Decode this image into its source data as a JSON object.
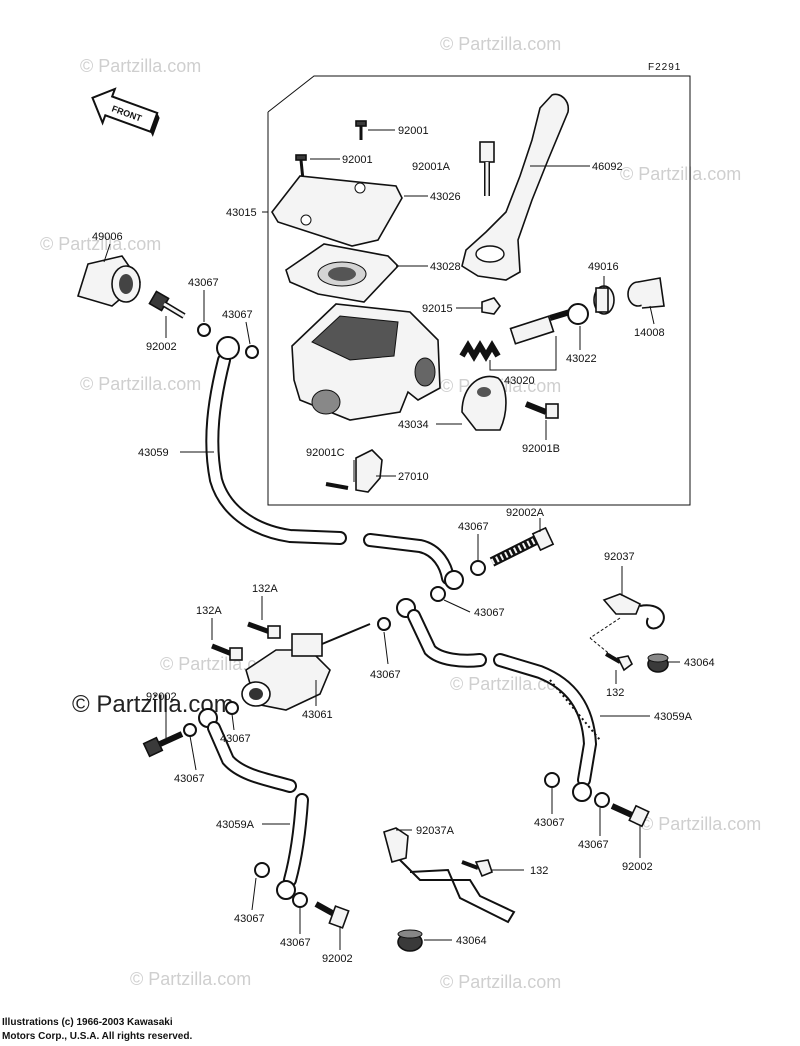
{
  "diagram": {
    "ref_code": "F2291",
    "front_label": "FRONT",
    "labels": {
      "p92001_top": "92001",
      "p92001_mid": "92001",
      "p92001A": "92001A",
      "p46092": "46092",
      "p43015": "43015",
      "p43026": "43026",
      "p43028": "43028",
      "p49006": "49006",
      "p43067_a": "43067",
      "p43067_b": "43067",
      "p92002_a": "92002",
      "p49016": "49016",
      "p14008": "14008",
      "p92015": "92015",
      "p43022": "43022",
      "p43020": "43020",
      "p43034": "43034",
      "p92001B": "92001B",
      "p43059": "43059",
      "p92001C": "92001C",
      "p27010": "27010",
      "p43067_c": "43067",
      "p92002A": "92002A",
      "p92037": "92037",
      "p43067_d": "43067",
      "p132A_a": "132A",
      "p132A_b": "132A",
      "p43067_e": "43067",
      "p43064_a": "43064",
      "p132_a": "132",
      "p43059A_a": "43059A",
      "p92002_b": "92002",
      "p43061": "43061",
      "p43067_f": "43067",
      "p43067_g": "43067",
      "p43059A_b": "43059A",
      "p43067_h": "43067",
      "p43067_i": "43067",
      "p92002_c": "92002",
      "p92037A": "92037A",
      "p132_b": "132",
      "p43067_j": "43067",
      "p43067_k": "43067",
      "p92002_d": "92002",
      "p43064_b": "43064"
    },
    "watermarks": {
      "w1": "© Partzilla.com",
      "w2": "© Partzilla.com",
      "w3": "© Partzilla.com",
      "w4": "© Partzilla.com",
      "w5": "© Partzilla.com",
      "w6": "© Partzilla.com",
      "w7": "© Partzilla.com",
      "w8": "© Partzilla.com",
      "w9": "© Partzilla.com",
      "w10": "© Partzilla.com",
      "w11": "© Partzilla.com",
      "w12": "© Partzilla.com"
    },
    "footer": {
      "line1": "Illustrations (c) 1966-2003 Kawasaki",
      "line2": "Motors Corp., U.S.A.  All rights reserved."
    }
  }
}
